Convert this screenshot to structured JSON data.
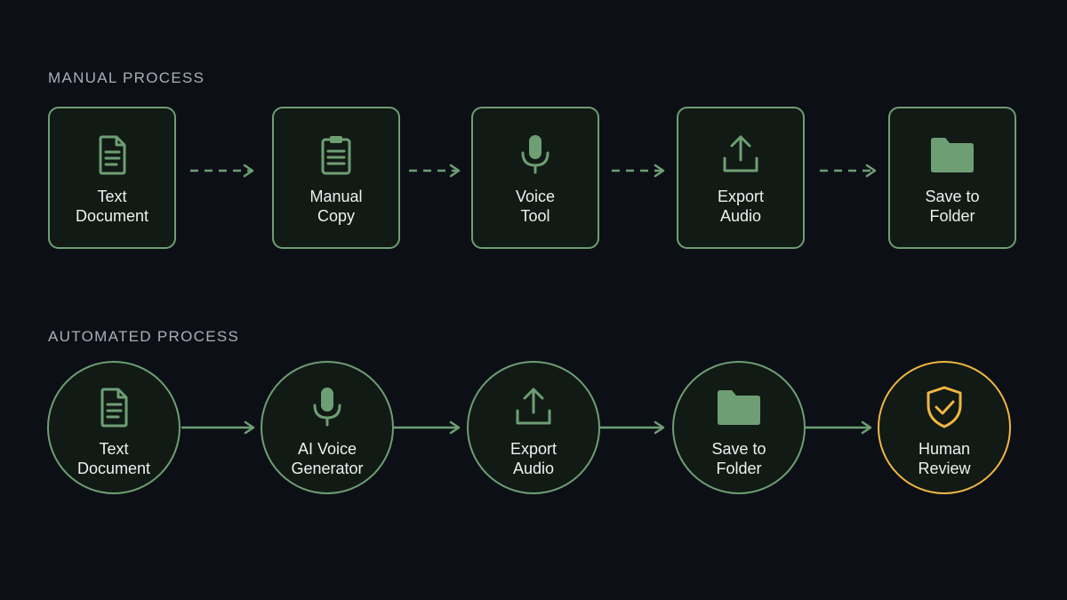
{
  "sections": {
    "manual": {
      "label": "MANUAL PROCESS",
      "steps": [
        {
          "line1": "Text",
          "line2": "Document",
          "icon": "document-icon"
        },
        {
          "line1": "Manual",
          "line2": "Copy",
          "icon": "clipboard-icon"
        },
        {
          "line1": "Voice",
          "line2": "Tool",
          "icon": "microphone-icon"
        },
        {
          "line1": "Export",
          "line2": "Audio",
          "icon": "upload-icon"
        },
        {
          "line1": "Save to",
          "line2": "Folder",
          "icon": "folder-icon"
        }
      ]
    },
    "automated": {
      "label": "AUTOMATED PROCESS",
      "steps": [
        {
          "line1": "Text",
          "line2": "Document",
          "icon": "document-icon"
        },
        {
          "line1": "AI Voice",
          "line2": "Generator",
          "icon": "microphone-icon"
        },
        {
          "line1": "Export",
          "line2": "Audio",
          "icon": "upload-icon"
        },
        {
          "line1": "Save to",
          "line2": "Folder",
          "icon": "folder-icon"
        },
        {
          "line1": "Human",
          "line2": "Review",
          "icon": "shield-check-icon"
        }
      ]
    }
  },
  "colors": {
    "background": "#0c1016",
    "accent_green": "#6e9e74",
    "highlight_amber": "#f0b642",
    "text": "#eef1ef",
    "section_label": "#a9afb6"
  }
}
